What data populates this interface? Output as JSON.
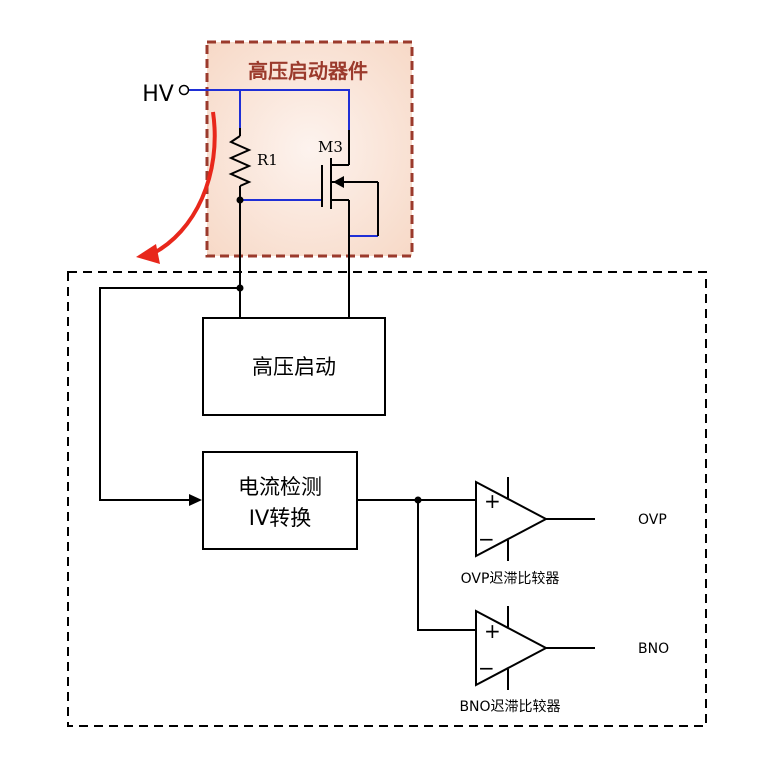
{
  "hv_device": {
    "title": "高压启动器件",
    "resistor_label": "R1",
    "mosfet_label": "M3"
  },
  "hv_input_label": "HV",
  "blocks": {
    "hv_startup": "高压启动",
    "current_detect_line1": "电流检测",
    "current_detect_line2": "IV转换"
  },
  "comparators": [
    {
      "output_label": "OVP",
      "caption": "OVP迟滞比较器",
      "plus": "+",
      "minus": "−"
    },
    {
      "output_label": "BNO",
      "caption": "BNO迟滞比较器",
      "plus": "+",
      "minus": "−"
    }
  ],
  "colors": {
    "device_box_fill": "#f9e1d3",
    "device_box_border": "#9b3a2c",
    "device_title": "#9b3a2c",
    "device_wires": "#1f2fd6",
    "current_arrow": "#e8271b"
  }
}
